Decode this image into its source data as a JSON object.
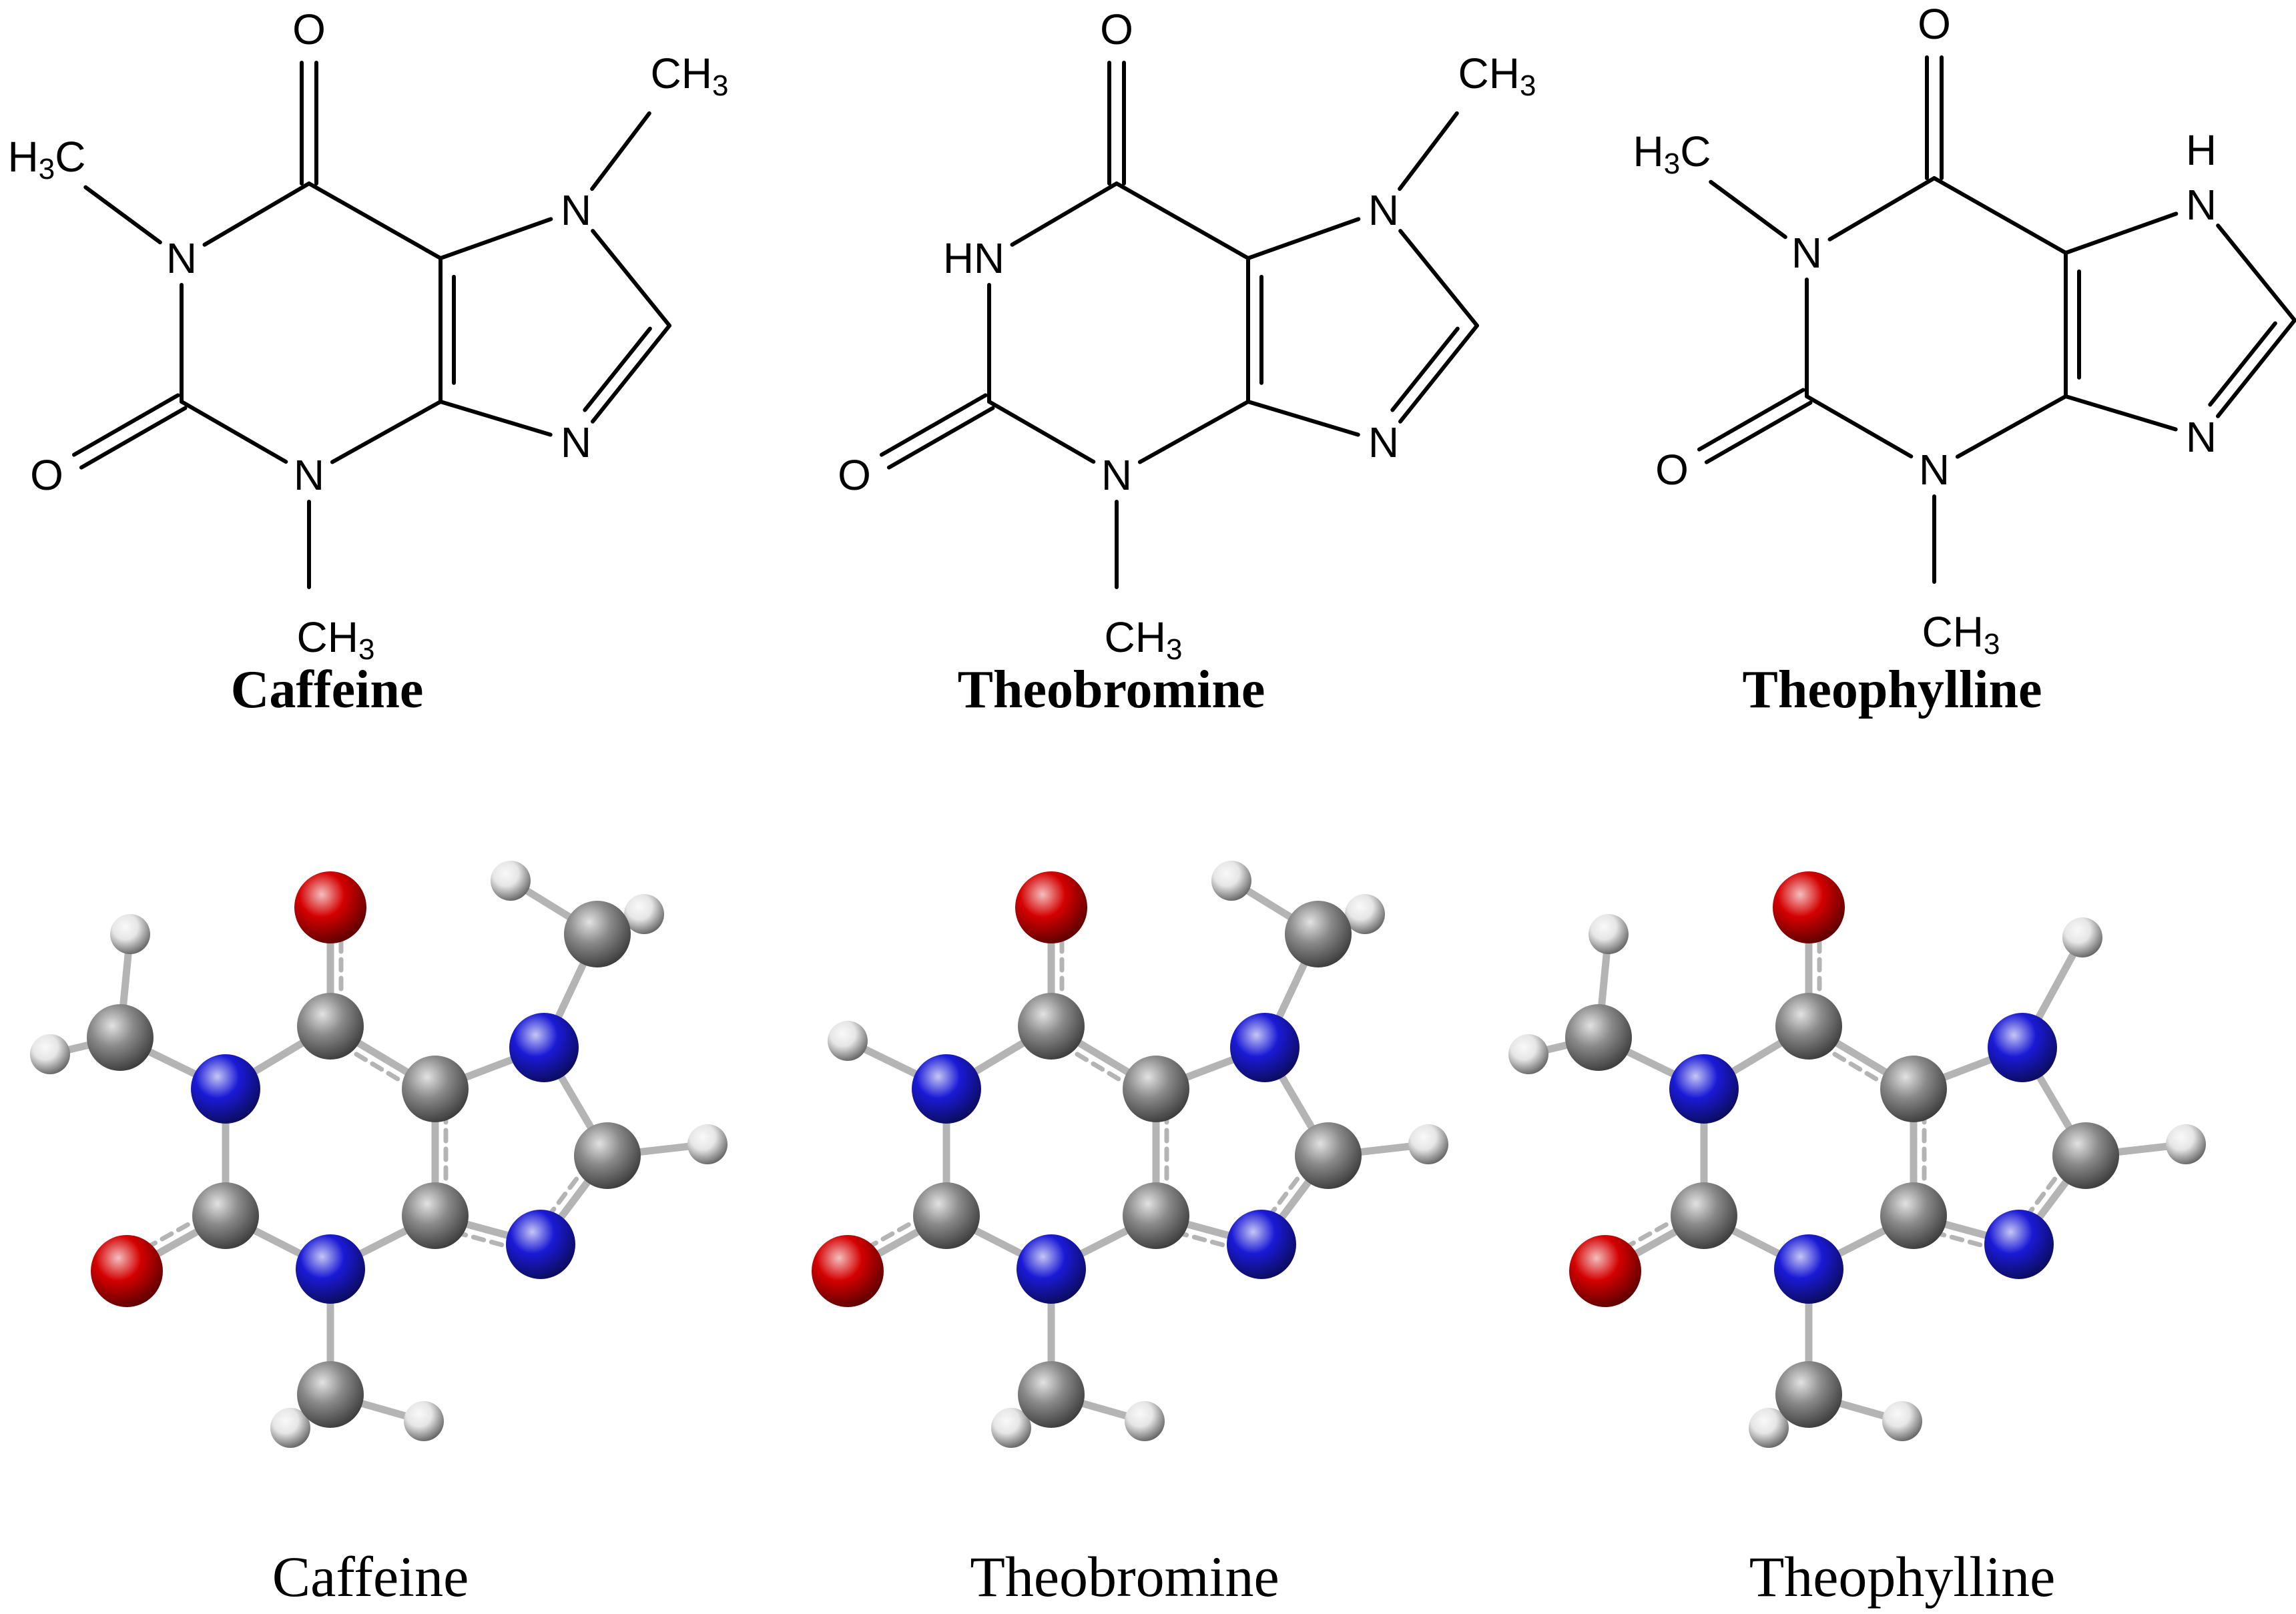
{
  "molecules": [
    {
      "key": "caffeine",
      "skeletal_name": "Caffeine",
      "model_name": "Caffeine",
      "n1": "N",
      "n1_h": "",
      "n1_methyl": "H3C",
      "n3": "N",
      "n3_methyl": "CH3",
      "n7": "N",
      "n7_h": "",
      "n7_methyl": "CH3",
      "n9": "N",
      "o6": "O",
      "o2": "O"
    },
    {
      "key": "theobromine",
      "skeletal_name": "Theobromine",
      "model_name": "Theobromine",
      "n1": "N",
      "n1_h": "H",
      "n1_methyl": "",
      "n3": "N",
      "n3_methyl": "CH3",
      "n7": "N",
      "n7_h": "",
      "n7_methyl": "CH3",
      "n9": "N",
      "o6": "O",
      "o2": "O"
    },
    {
      "key": "theophylline",
      "skeletal_name": "Theophylline",
      "model_name": "Theophylline",
      "n1": "N",
      "n1_h": "",
      "n1_methyl": "H3C",
      "n3": "N",
      "n3_methyl": "CH3",
      "n7": "N",
      "n7_h": "H",
      "n7_methyl": "",
      "n9": "N",
      "o6": "O",
      "o2": "O"
    }
  ],
  "atom_colors": {
    "carbon": "#8a8a8a",
    "nitrogen": "#1a1ad6",
    "oxygen": "#d40000",
    "hydrogen": "#e6e6e6"
  }
}
